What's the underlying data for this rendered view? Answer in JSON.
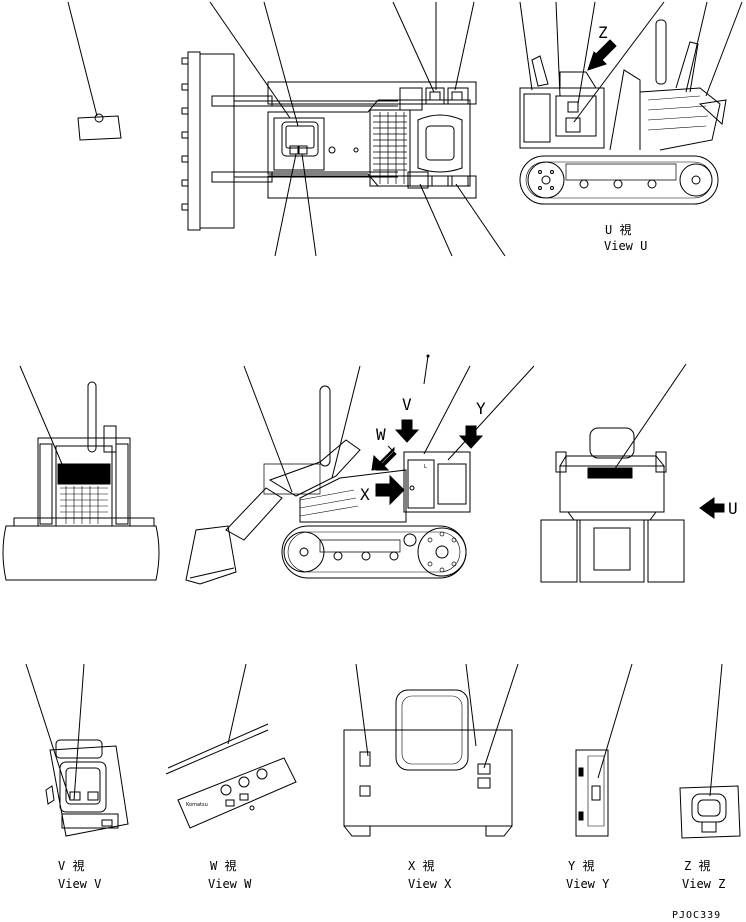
{
  "labels": {
    "u_jp": "U 視",
    "u_en": "View U",
    "v_jp": "V 視",
    "v_en": "View V",
    "w_jp": "W 視",
    "w_en": "View W",
    "x_jp": "X 視",
    "x_en": "View X",
    "y_jp": "Y 視",
    "y_en": "View Y",
    "z_jp": "Z 視",
    "z_en": "View Z",
    "letter_u": "U",
    "letter_v": "V",
    "letter_w": "W",
    "letter_x": "X",
    "letter_y": "Y",
    "letter_z": "Z"
  },
  "drawing_code": "PJOC339"
}
